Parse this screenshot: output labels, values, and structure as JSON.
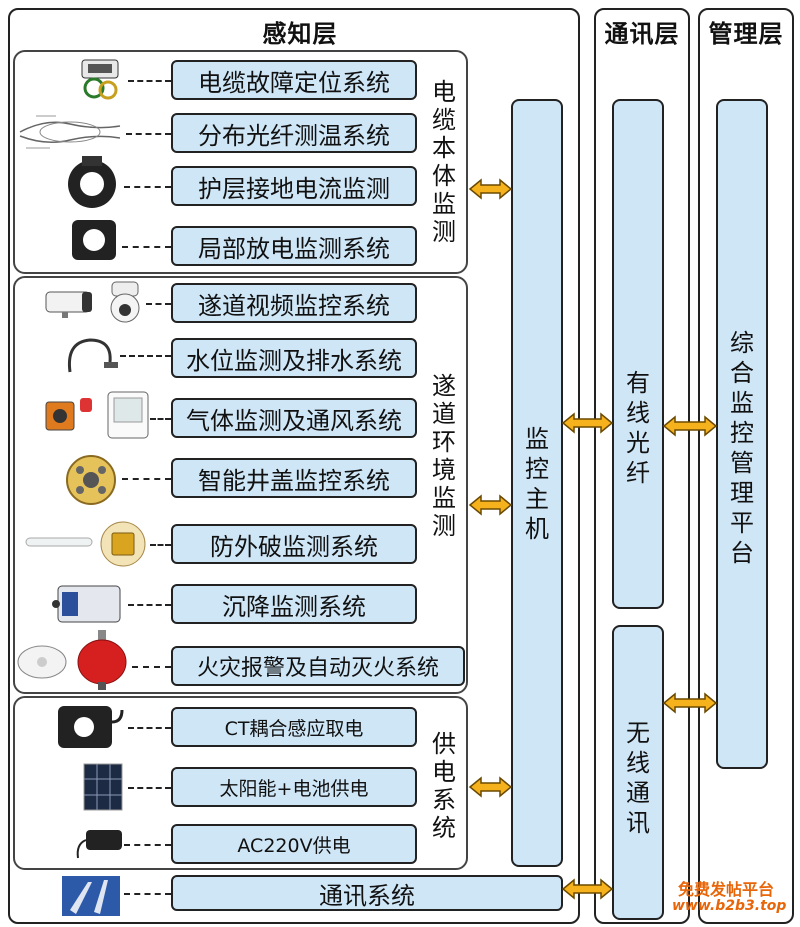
{
  "layers": {
    "perception": "感知层",
    "communication": "通讯层",
    "management": "管理层"
  },
  "groups": {
    "cable": "电缆本体监测",
    "tunnel": "遂道环境监测",
    "power": "供电系统"
  },
  "items": {
    "cable_fault": "电缆故障定位系统",
    "fiber_temp": "分布光纤测温系统",
    "sheath_current": "护层接地电流监测",
    "partial_discharge": "局部放电监测系统",
    "tunnel_video": "遂道视频监控系统",
    "water_level": "水位监测及排水系统",
    "gas_vent": "气体监测及通风系统",
    "manhole": "智能井盖监控系统",
    "anti_damage": "防外破监测系统",
    "settlement": "沉降监测系统",
    "fire": "火灾报警及自动灭火系统",
    "ct_power": "CT耦合感应取电",
    "solar": "太阳能+电池供电",
    "ac220": "AC220V供电",
    "comm_system": "通讯系统"
  },
  "hub": {
    "monitor_host": "监控主机",
    "fiber": "有线光纤",
    "wireless": "无线通讯",
    "platform": "综合监控管理平台"
  },
  "watermark": {
    "line1": "免费发帖平台",
    "line2": "www.b2b3.top"
  },
  "colors": {
    "box_fill": "#cfe6f7",
    "arrow_fill": "#f6b21c",
    "watermark": "#e8660a"
  }
}
